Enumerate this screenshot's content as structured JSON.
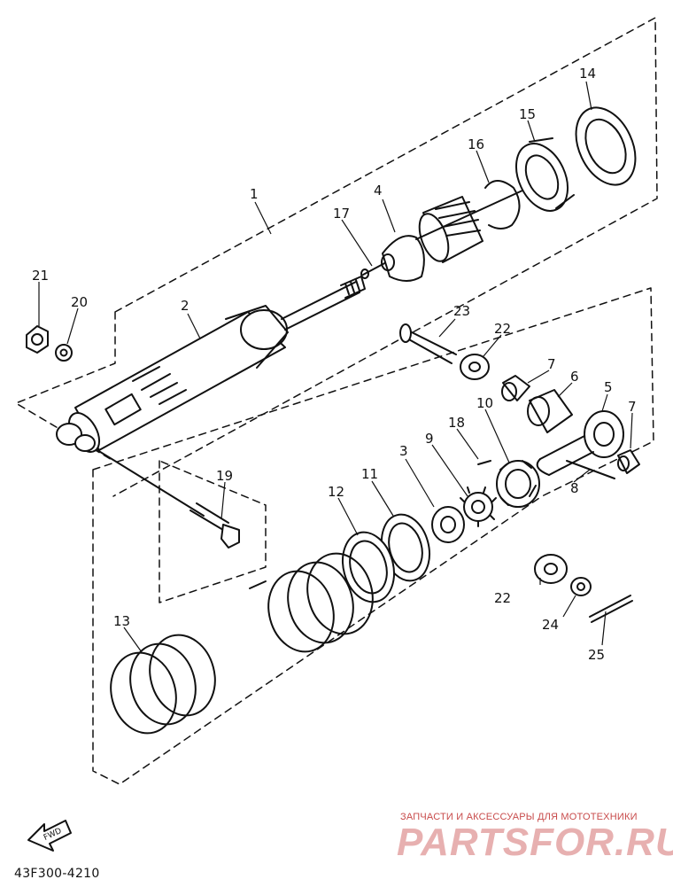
{
  "diagram": {
    "part_code": "43F300-4210",
    "fwd_label": "FWD",
    "callouts": {
      "c1": "1",
      "c2": "2",
      "c3": "3",
      "c4": "4",
      "c5": "5",
      "c6": "6",
      "c7a": "7",
      "c7b": "7",
      "c8": "8",
      "c9": "9",
      "c10": "10",
      "c11": "11",
      "c12": "12",
      "c13": "13",
      "c14": "14",
      "c15": "15",
      "c16": "16",
      "c17": "17",
      "c18": "18",
      "c19": "19",
      "c20": "20",
      "c21": "21",
      "c22a": "22",
      "c22b": "22",
      "c23": "23",
      "c24": "24",
      "c25": "25"
    }
  },
  "watermark": {
    "caption": "ЗАПЧАСТИ И АКСЕССУАРЫ ДЛЯ МОТОТЕХНИКИ",
    "logo": "PARTSFOR.RU"
  }
}
